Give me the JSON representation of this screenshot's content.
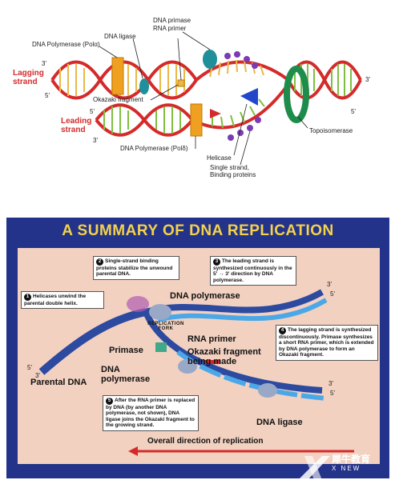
{
  "top": {
    "labels": {
      "primase": "DNA primase",
      "rna_primer": "RNA primer",
      "ligase": "DNA ligase",
      "pol_alpha": "DNA Polymerase (Polα)",
      "okazaki": "Okazaki fragment",
      "pol_delta": "DNA Polymerase (Polδ)",
      "helicase": "Helicase",
      "ssb": "Single strand, Binding proteins",
      "topo": "Topoisomerase"
    },
    "strands": {
      "lagging": "Lagging strand",
      "leading": "Leading strand"
    },
    "primes": {
      "three": "3'",
      "five": "5'"
    }
  },
  "bottom": {
    "title": "A SUMMARY OF DNA REPLICATION",
    "steps": [
      {
        "num": "1",
        "text": "Helicases unwind the parental double helix."
      },
      {
        "num": "2",
        "text": "Single-strand binding proteins stabilize the unwound parental DNA."
      },
      {
        "num": "3",
        "text": "The leading strand is synthesized continuously in the 5' → 3' direction by DNA polymerase."
      },
      {
        "num": "4",
        "text": "The lagging strand is synthesized discontinuously. Primase synthesizes a short RNA primer, which is extended by DNA polymerase to form an Okazaki fragment."
      },
      {
        "num": "5",
        "text": "After the RNA primer is replaced by DNA (by another DNA polymerase, not shown), DNA ligase joins the Okazaki fragment to the growing strand."
      }
    ],
    "labels": {
      "dna_pol_top": "DNA polymerase",
      "replication_fork": "REPLICATION FORK",
      "rna_primer": "RNA primer",
      "primase": "Primase",
      "okazaki": "Okazaki fragment being made",
      "dna_pol_left": "DNA polymerase",
      "parental": "Parental DNA",
      "ligase": "DNA ligase",
      "direction": "Overall direction of replication"
    },
    "primes": {
      "three": "3'",
      "five": "5'"
    }
  },
  "logo": {
    "text": "犀牛教育",
    "sub": "X NEW"
  },
  "colors": {
    "red_strand": "#d42a2a",
    "green_rungs": "#7fbf3f",
    "yellow_rungs": "#e8b84a",
    "orange_pol": "#f0a020",
    "teal": "#1f8f9a",
    "purple_ssb": "#7a3bb5",
    "topo_green": "#1e8c4a",
    "helicase_blue": "#2347c8",
    "panel_bg": "#24338a",
    "title_yellow": "#f4d24b",
    "inner_bg": "#f2d1c1",
    "strand_blue": "#2c4aa0",
    "strand_light": "#4aa8e8"
  }
}
